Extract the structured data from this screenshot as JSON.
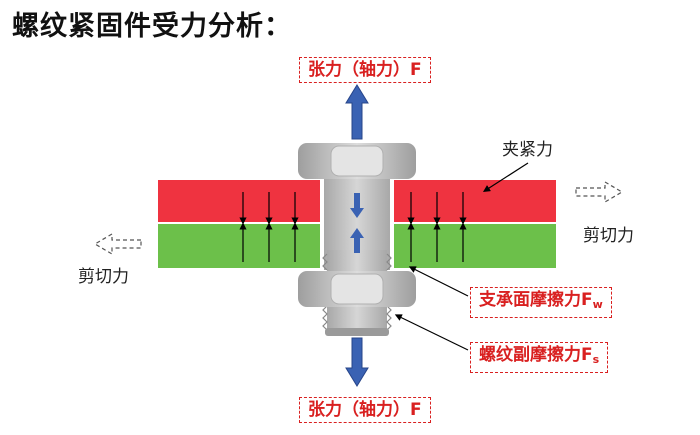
{
  "title": "螺纹紧固件受力分析：",
  "labels": {
    "tension_top": "张力（轴力）F",
    "tension_bottom": "张力（轴力）F",
    "clamp_force": "夹紧力",
    "shear_right": "剪切力",
    "shear_left": "剪切力",
    "bearing_friction_main": "支承面摩擦力F",
    "bearing_friction_sub": "w",
    "thread_friction_main": "螺纹副摩擦力F",
    "thread_friction_sub": "s"
  },
  "colors": {
    "plate_top": "#ef3340",
    "plate_bottom": "#6cc04a",
    "arrow_blue": "#3a62b3",
    "bolt_gray": "#bdbdbd",
    "label_red": "#d92020"
  }
}
